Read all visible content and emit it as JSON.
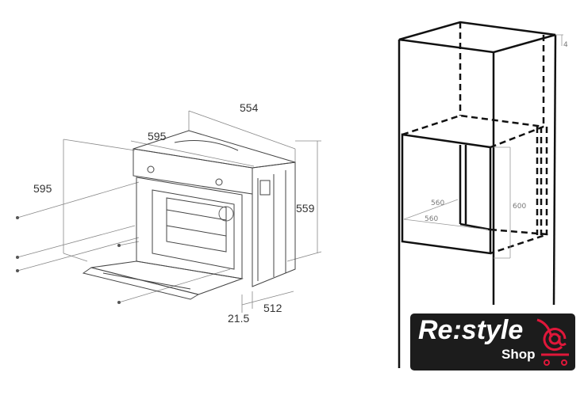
{
  "oven_dimensions": {
    "depth_top": "554",
    "width_top": "595",
    "height_left": "595",
    "height_right": "559",
    "panel_offset": "21.5",
    "depth_bottom": "512"
  },
  "niche_dimensions": {
    "depth_1": "560",
    "width": "560",
    "height": "600",
    "top_gap": "4"
  },
  "logo": {
    "brand": "Re:style",
    "sub": "Shop",
    "accent_color": "#e0173a"
  }
}
